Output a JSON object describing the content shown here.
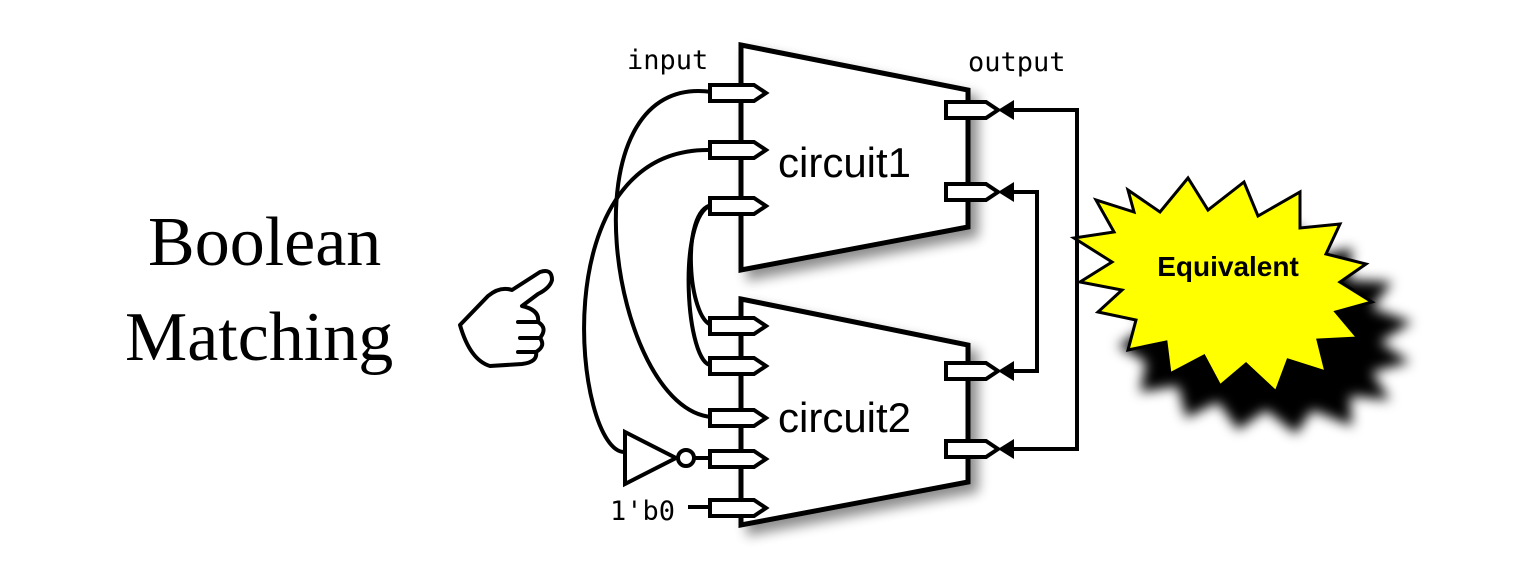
{
  "title": {
    "line1": "Boolean",
    "line2": "Matching"
  },
  "labels": {
    "input": "input",
    "output": "output",
    "circuit1": "circuit1",
    "circuit2": "circuit2",
    "constant": "1'b0"
  },
  "result_badge": {
    "text": "Equivalent",
    "fill": "#ffff00",
    "shadow": "#000000"
  },
  "icons": {
    "pointer": "pointing-hand-icon",
    "inverter": "not-gate-icon"
  }
}
